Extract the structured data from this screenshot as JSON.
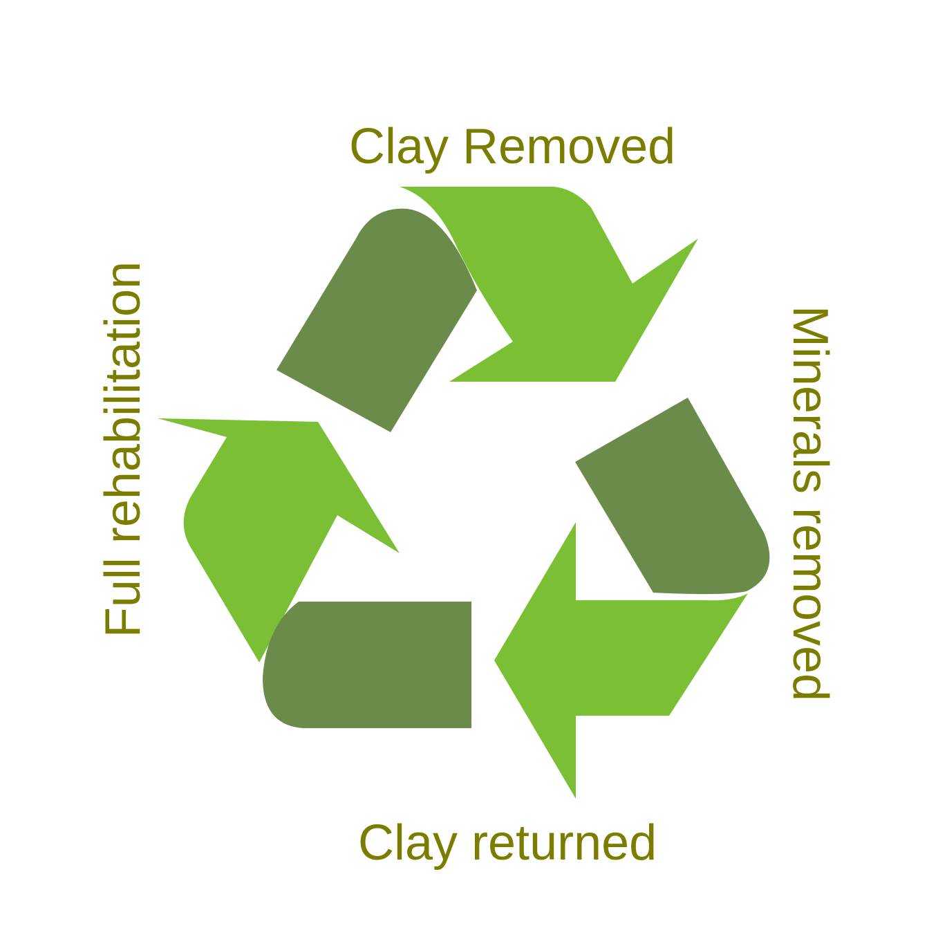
{
  "diagram": {
    "labels": {
      "top": "Clay Removed",
      "right": "Minerals removed",
      "bottom": "Clay returned",
      "left": "Full rehabilitation"
    },
    "colors": {
      "text": "#7a7d00",
      "arrow_light": "#7bbf35",
      "arrow_dark": "#6b8b4b",
      "background": "#ffffff"
    },
    "icon": "recycle-icon"
  }
}
